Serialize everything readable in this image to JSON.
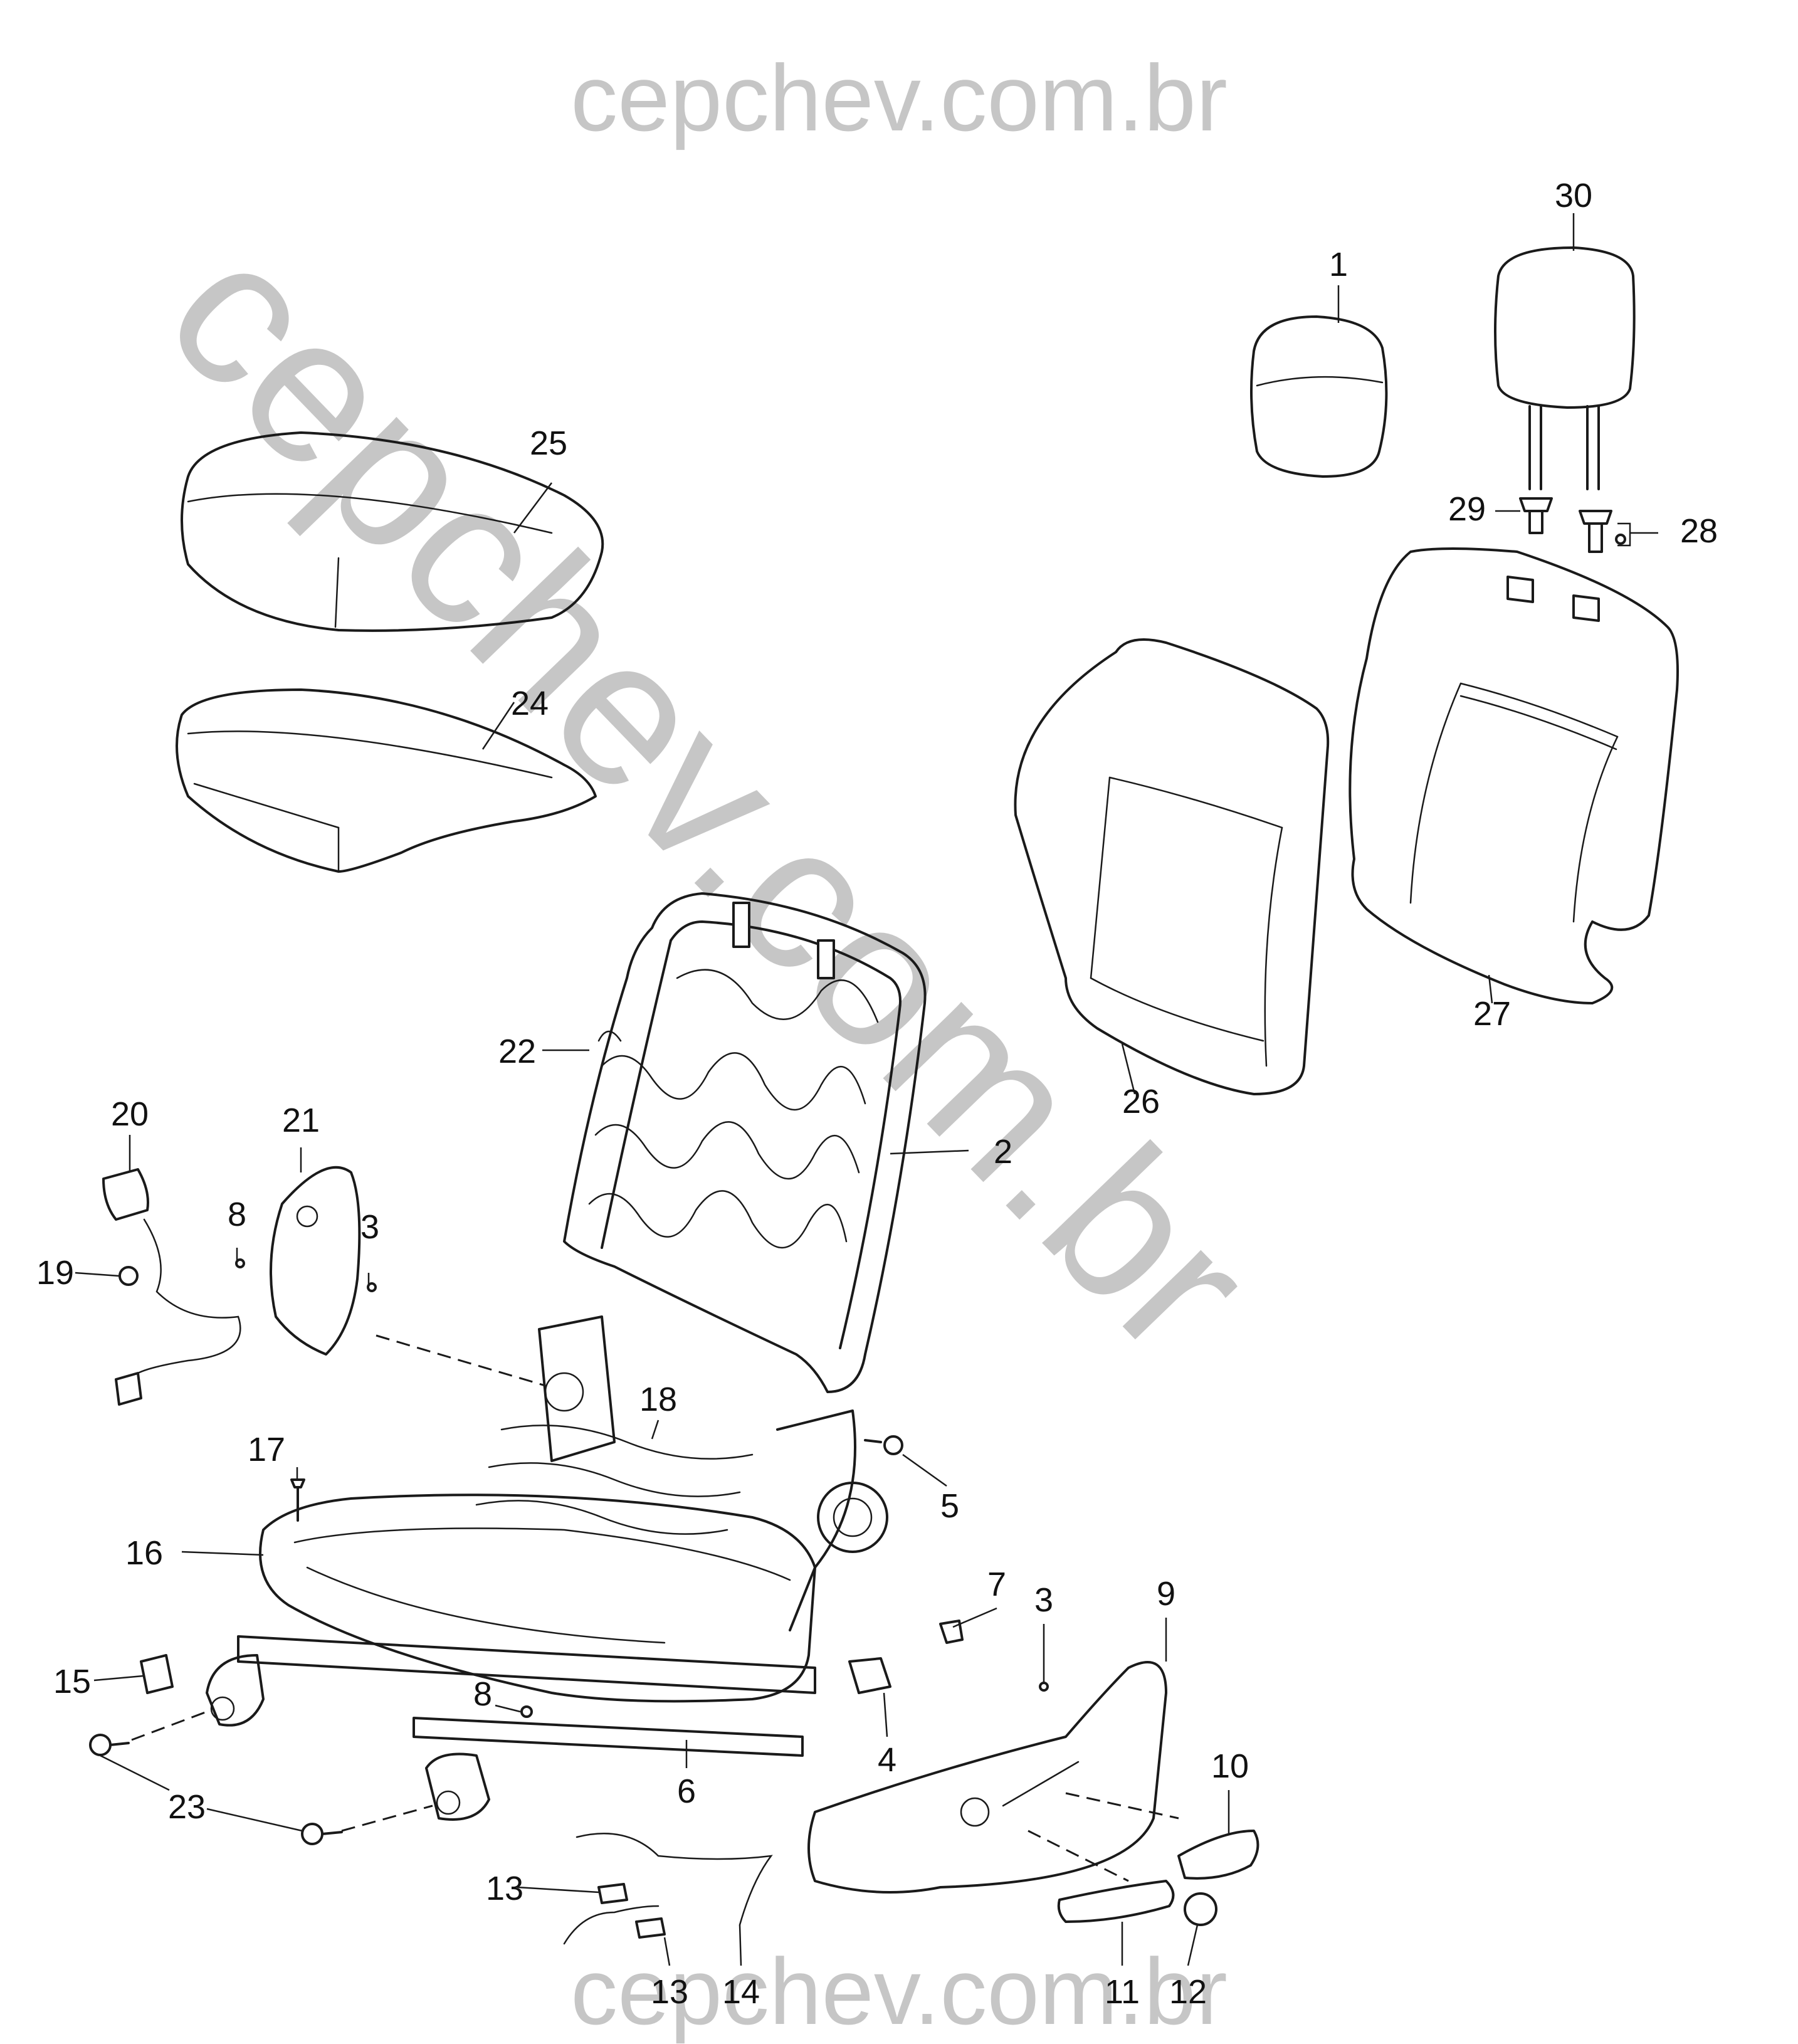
{
  "watermark": {
    "top": "cepchev.com.br",
    "diagonal": "cepchev.com.br",
    "bottom": "cepchev.com.br",
    "color": "#c6c6c6"
  },
  "callouts": [
    "1",
    "2",
    "3",
    "3",
    "4",
    "5",
    "6",
    "7",
    "8",
    "8",
    "9",
    "10",
    "11",
    "12",
    "13",
    "13",
    "14",
    "15",
    "16",
    "17",
    "18",
    "19",
    "20",
    "21",
    "22",
    "23",
    "24",
    "25",
    "26",
    "27",
    "28",
    "29",
    "30"
  ]
}
